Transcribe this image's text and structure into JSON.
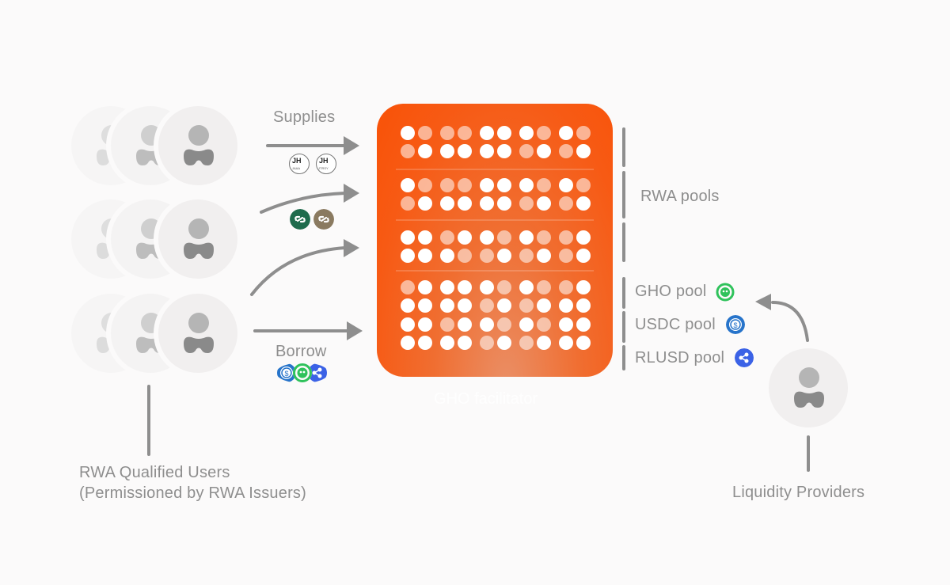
{
  "diagram": {
    "title": "GHO facilitator",
    "facilitator_label": "GHO facilitator",
    "left_group_label_line1": "RWA Qualified Users",
    "left_group_label_line2": "(Permissioned by RWA Issuers)",
    "right_group_label": "Liquidity Providers",
    "flows": {
      "supplies_label": "Supplies",
      "borrow_label": "Borrow"
    },
    "supply_tokens_row1": [
      {
        "icon": "jh-token-icon",
        "ticker": "JAAA",
        "glyph": "JH"
      },
      {
        "icon": "jh-token-icon",
        "ticker": "JTRSY",
        "glyph": "JH"
      }
    ],
    "supply_tokens_row2": [
      {
        "icon": "link-token-icon",
        "color": "#1e6b4c"
      },
      {
        "icon": "link-token-icon",
        "color": "#8a7a60"
      }
    ],
    "borrow_tokens": [
      {
        "icon": "usdc-icon",
        "color": "#2774ca"
      },
      {
        "icon": "gho-icon",
        "color": "#2fc25b"
      },
      {
        "icon": "ripple-icon",
        "color": "#3b62e6"
      }
    ],
    "pools": {
      "rwa_pools_label": "RWA pools",
      "gho_pool_label": "GHO pool",
      "usdc_pool_label": "USDC pool",
      "rlusd_pool_label": "RLUSD pool"
    },
    "grid_sections": [
      {
        "rows": [
          "WLLLWWWLWL",
          "LWWWWWLWLW"
        ]
      },
      {
        "rows": [
          "WLLLWWWLWL",
          "LWWWWWLWLW"
        ]
      },
      {
        "rows": [
          "WWLWWLWLLW",
          "WWWLLWLWLW"
        ]
      },
      {
        "rows": [
          "LWWWWLWLLW",
          "WWWWLWLWWW",
          "WWLWWLWLWW",
          "WWWWLWLWWW"
        ]
      }
    ],
    "colors": {
      "accent_orange": "#f95207",
      "text_gray": "#8e8e8e",
      "gho_green": "#2fc25b",
      "usdc_blue": "#2774ca",
      "ripple_blue": "#3b62e6"
    }
  }
}
